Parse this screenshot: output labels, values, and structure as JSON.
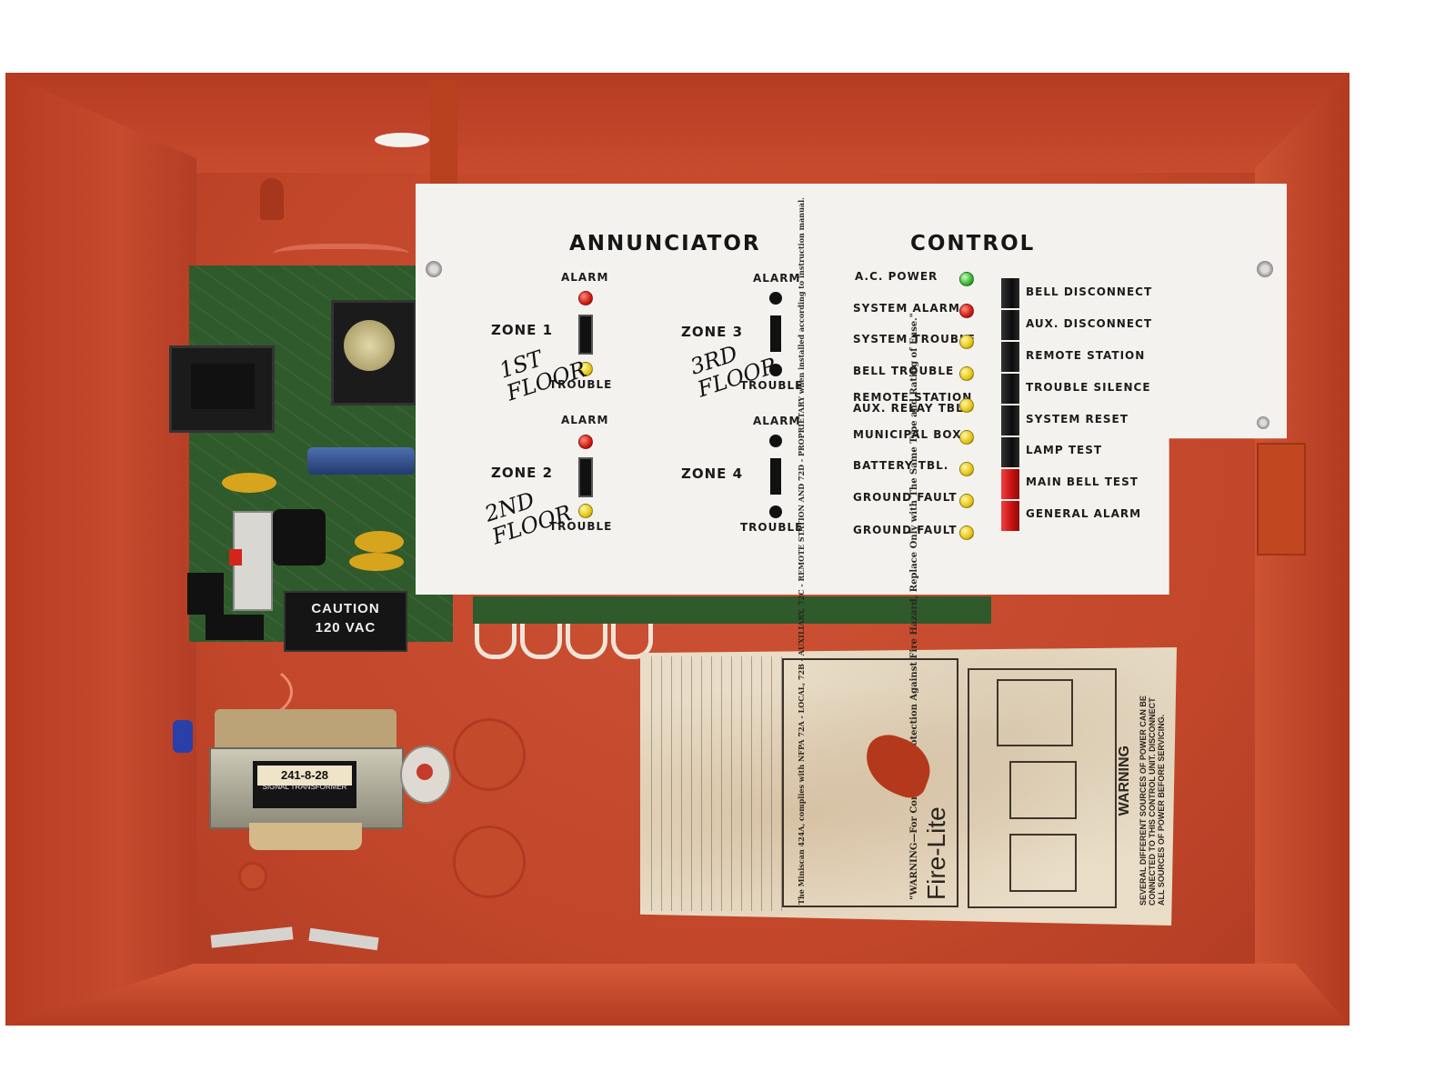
{
  "panel": {
    "annunciator": {
      "title": "ANNUNCIATOR",
      "alarm_label": "ALARM",
      "trouble_label": "TROUBLE",
      "zones": [
        {
          "label": "ZONE 1",
          "handwritten": "1ST FLOOR"
        },
        {
          "label": "ZONE 2",
          "handwritten": "2ND FLOOR"
        },
        {
          "label": "ZONE 3",
          "handwritten": "3RD FLOOR"
        },
        {
          "label": "ZONE 4",
          "handwritten": ""
        }
      ]
    },
    "control": {
      "title": "CONTROL",
      "indicators": [
        {
          "label": "A.C. POWER",
          "color": "#35b32e"
        },
        {
          "label": "SYSTEM ALARM",
          "color": "#d11a12"
        },
        {
          "label": "SYSTEM TROUBLE",
          "color": "#e6c515"
        },
        {
          "label": "BELL TROUBLE",
          "color": "#e6c515"
        },
        {
          "label": "REMOTE STATION",
          "label2": "AUX. RELAY TBL.",
          "color": "#e6c515"
        },
        {
          "label": "MUNICIPAL BOX",
          "color": "#e6c515"
        },
        {
          "label": "BATTERY TBL.",
          "color": "#e6c515"
        },
        {
          "label": "GROUND FAULT +",
          "color": "#e6c515"
        },
        {
          "label": "GROUND FAULT –",
          "color": "#e6c515"
        }
      ],
      "buttons": [
        {
          "label": "BELL DISCONNECT",
          "color": "black"
        },
        {
          "label": "AUX. DISCONNECT",
          "color": "black"
        },
        {
          "label": "REMOTE STATION",
          "color": "black"
        },
        {
          "label": "TROUBLE SILENCE",
          "color": "black"
        },
        {
          "label": "SYSTEM RESET",
          "color": "black"
        },
        {
          "label": "LAMP TEST",
          "color": "black"
        },
        {
          "label": "MAIN BELL TEST",
          "color": "red"
        },
        {
          "label": "GENERAL ALARM",
          "color": "red"
        }
      ]
    }
  },
  "board": {
    "caution_line1": "CAUTION",
    "caution_line2": "120 VAC"
  },
  "transformer": {
    "tag": "241-8-28",
    "label": "SIGNAL TRANSFORMER"
  },
  "sheet": {
    "brand": "Fire-Lite",
    "warning_title": "WARNING",
    "warning_text": "SEVERAL DIFFERENT SOURCES OF POWER CAN BE CONNECTED TO THIS CONTROL UNIT. DISCONNECT ALL SOURCES OF POWER BEFORE SERVICING.",
    "warning_fuse": "\"WARNING—For Continued Protection Against Fire Hazard, Replace Only with The Same Type and Rating of Fuse.\"",
    "intro": "The Miniscan 424A, complies with NFPA 72A - LOCAL, 72B - AUXILIARY, 72C - REMOTE STATION AND 72D - PROPRIETARY when installed according to instruction manual."
  }
}
